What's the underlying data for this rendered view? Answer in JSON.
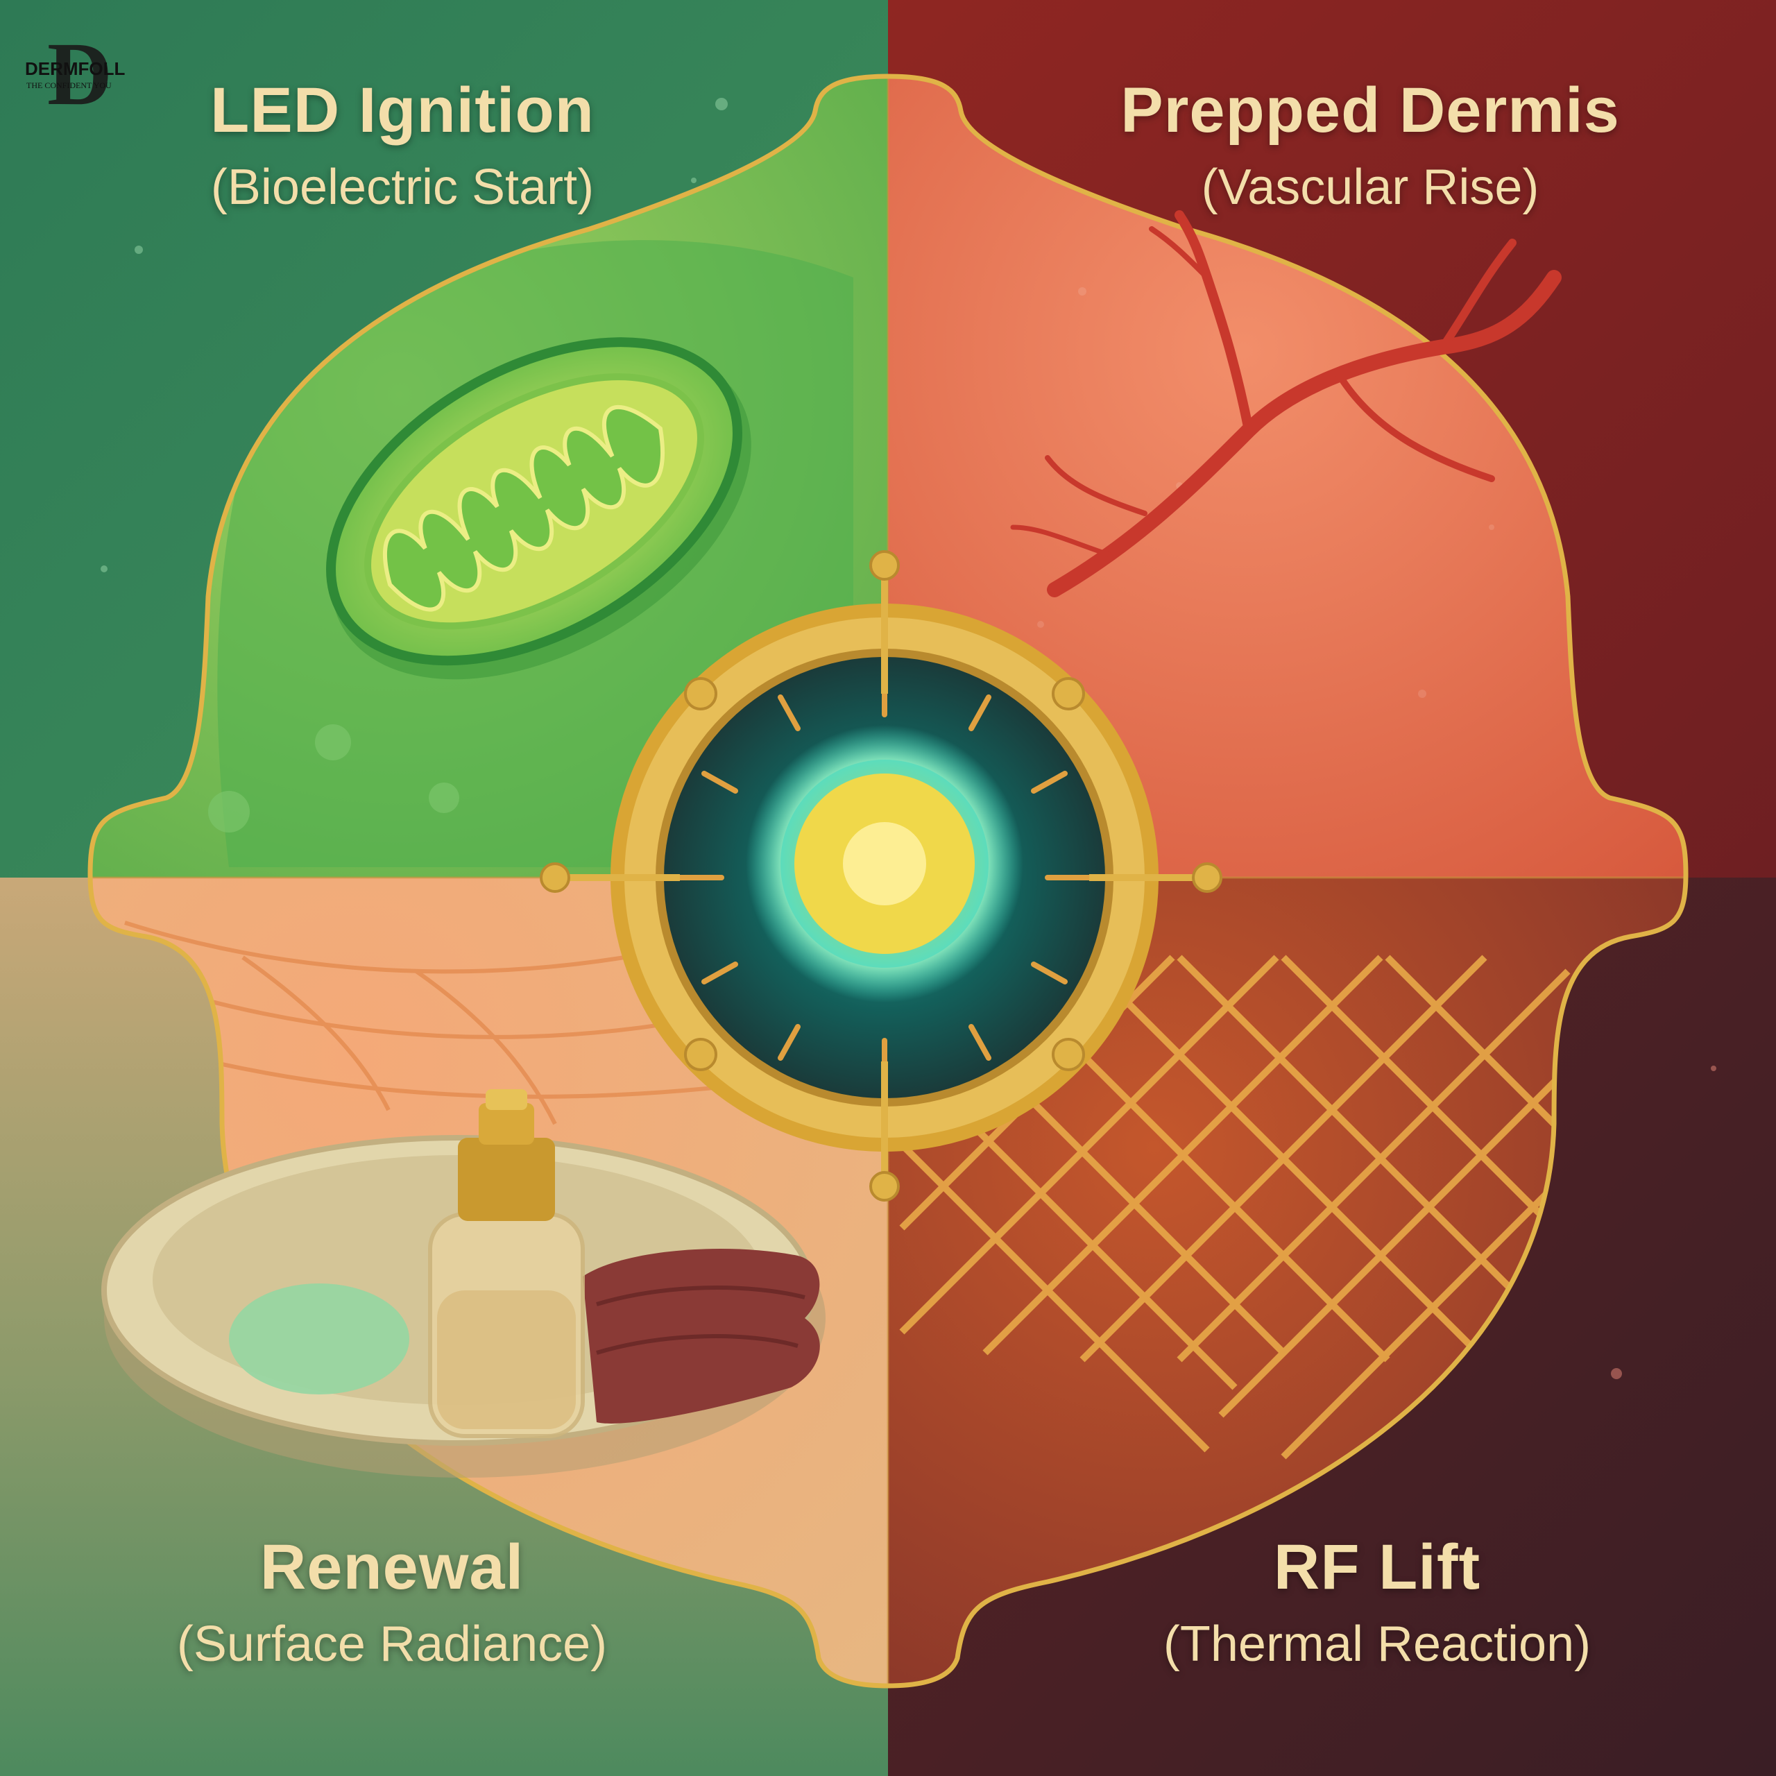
{
  "brand": {
    "letter": "D",
    "name": "DERMFOLL",
    "tagline": "THE CONFIDENT YOU"
  },
  "quadrants": {
    "top_left": {
      "title": "LED Ignition",
      "subtitle": "(Bioelectric Start)",
      "color": "#2f7f52"
    },
    "top_right": {
      "title": "Prepped Dermis",
      "subtitle": "(Vascular Rise)",
      "color": "#9a2a22"
    },
    "bottom_left": {
      "title": "Renewal",
      "subtitle": "(Surface Radiance)",
      "color": "#c9a877"
    },
    "bottom_right": {
      "title": "RF Lift",
      "subtitle": "(Thermal Reaction)",
      "color": "#4a1f22"
    }
  },
  "accent": "#e0b347",
  "icons": [
    "mitochondrion-icon",
    "blood-vessel-icon",
    "collagen-grid-icon",
    "serum-bottle-icon",
    "towel-icon",
    "dish-icon",
    "core-orb-icon"
  ]
}
